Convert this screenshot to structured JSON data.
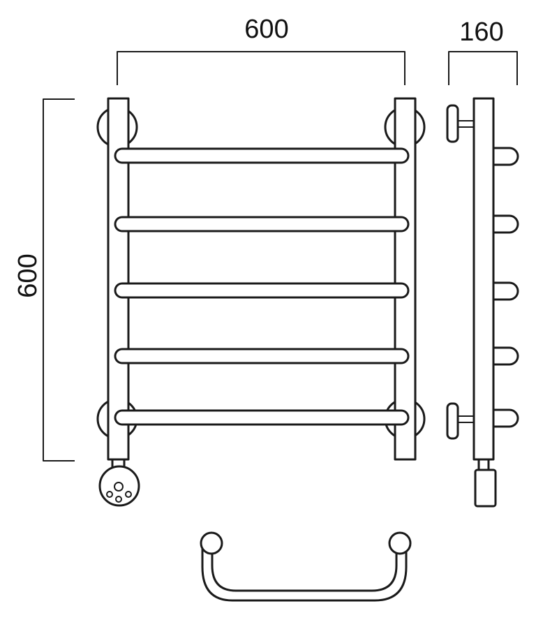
{
  "dimensions": {
    "front_width": "600",
    "side_depth": "160",
    "height": "600"
  },
  "front_view": {
    "rungs": 5,
    "heating_element_holes": 3
  },
  "side_view": {
    "rung_stubs": 5,
    "wall_brackets": 2
  },
  "top_view": {
    "profile": "U-shape"
  },
  "colors": {
    "line": "#1a1a1a",
    "fill": "#ffffff"
  }
}
